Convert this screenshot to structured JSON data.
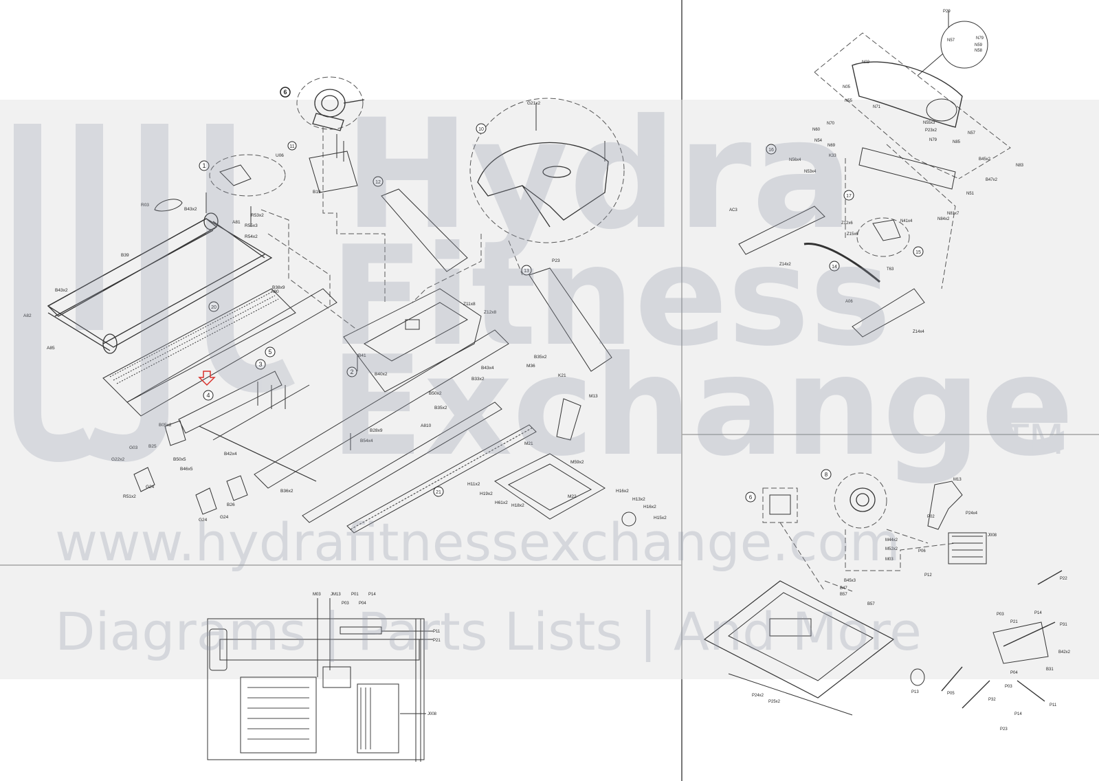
{
  "watermark": {
    "brand_word_1": "Hydra",
    "brand_word_2": "Fitness",
    "brand_word_3": "Exchange",
    "trademark": "TM",
    "url": "www.hydrafitnessexchange.com",
    "tagline": "Diagrams | Parts Lists | And More"
  },
  "main_view": {
    "parts": [
      {
        "id": "tag-6-main",
        "label": "6"
      },
      {
        "id": "tag-1",
        "label": "1"
      },
      {
        "id": "tag-10",
        "label": "10"
      },
      {
        "id": "tag-11",
        "label": "11"
      },
      {
        "id": "tag-12",
        "label": "12"
      },
      {
        "id": "tag-13",
        "label": "13"
      },
      {
        "id": "tag-20",
        "label": "20"
      },
      {
        "id": "tag-2",
        "label": "2"
      },
      {
        "id": "tag-3",
        "label": "3"
      },
      {
        "id": "tag-4",
        "label": "4"
      },
      {
        "id": "tag-5",
        "label": "5"
      },
      {
        "id": "tag-21",
        "label": "21"
      }
    ],
    "callouts": [
      "G21x2",
      "U06",
      "R03",
      "B43x2",
      "A81",
      "R53x2",
      "R55x3",
      "R54x2",
      "B39",
      "B43x2",
      "A82",
      "A85",
      "B38x9",
      "A80",
      "B19",
      "P23",
      "Z11x8",
      "Z12x8",
      "B41",
      "B40x2",
      "B43x4",
      "B33x2",
      "B50x2",
      "B35x2",
      "B35x2",
      "M36",
      "K21",
      "M13",
      "G03",
      "B25",
      "B05x2",
      "G22x2",
      "B50x5",
      "B46x5",
      "R51x2",
      "G24",
      "B42x4",
      "B26",
      "G24",
      "G24",
      "B28x9",
      "A810",
      "B54x4",
      "B36x2",
      "M21",
      "M59x2",
      "H11x2",
      "H19x2",
      "H61x2",
      "H18x2",
      "M22",
      "H16x2",
      "H13x2",
      "H16x2",
      "H15x2"
    ]
  },
  "top_right_view": {
    "parts": [
      {
        "id": "tag-16",
        "label": "16"
      },
      {
        "id": "tag-17",
        "label": "17"
      },
      {
        "id": "tag-14",
        "label": "14"
      },
      {
        "id": "tag-15",
        "label": "15"
      }
    ],
    "callouts": [
      "P29",
      "N79",
      "N57",
      "N59",
      "N58",
      "N02",
      "N05",
      "N55",
      "N71",
      "N60",
      "N70",
      "N54",
      "N69",
      "N56x4",
      "N53x4",
      "K33",
      "N55x3",
      "P23x2",
      "N79",
      "N85",
      "N57",
      "B45x2",
      "B47x2",
      "N83",
      "N51",
      "N81x7",
      "N84x2",
      "AC3",
      "Z12x6",
      "Z15x6",
      "N41x4",
      "Z14x2",
      "T63",
      "A06",
      "Z14x4"
    ]
  },
  "bottom_right_view": {
    "parts": [
      {
        "id": "tag-6-left",
        "label": "6"
      },
      {
        "id": "tag-8",
        "label": "8"
      }
    ],
    "callouts": [
      "M13",
      "P02",
      "P24x4",
      "J008",
      "M44x2",
      "M52x2",
      "M03",
      "P06",
      "P12",
      "B45x3",
      "B47",
      "B57",
      "B57",
      "P22",
      "P03",
      "P21",
      "P14",
      "P31",
      "B42x2",
      "B31",
      "P04",
      "P05",
      "P32",
      "P03",
      "P11",
      "P14",
      "P23",
      "P13",
      "P24x2",
      "P25x2"
    ]
  },
  "bottom_center_view": {
    "callouts": [
      "M03",
      "JM13",
      "P01",
      "P03",
      "P04",
      "P14",
      "P11",
      "P21",
      "J008"
    ]
  }
}
